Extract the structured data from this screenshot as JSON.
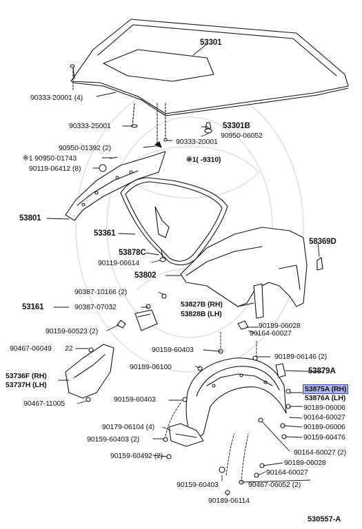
{
  "diagram": {
    "diagram_code": "530557-A",
    "applicability_note": "※1( -9310)",
    "labels": {
      "hood": "53301",
      "hood_screw_4": "90333-20001 (4)",
      "hood_cushion_screw": "90333-25001",
      "hood_cushion": "53301B",
      "hood_clip": "90950-06052",
      "hood_bolt_2": "90950-01392 (2)",
      "hood_screw_20001": "90333-20001",
      "clip_01743": "※1 90950-01743",
      "bolt_06412_8": "90119-06412 (8)",
      "fender_apron": "53801",
      "seal_53361": "53361",
      "seal_cover_53878c": "53878C",
      "screw_06614": "90119-06614",
      "front_fender": "53802",
      "mudguard": "58369D",
      "clip_10166_2": "90387-10166 (2)",
      "bracket_53161": "53161",
      "clip_07032": "90387-07032",
      "clip_60523_2": "90159-60523 (2)",
      "cover_rh_53827b": "53827B (RH)",
      "cover_lh_53828b": "53828B (LH)",
      "bolt_06028_a": "90189-06028",
      "nut_60027_a": "90164-60027",
      "screw_06049": "90467-06049",
      "screw_06049_count": "22",
      "clip_60403_a": "90159-60403",
      "bolt_06146_2": "90189-06146 (2)",
      "bolt_06100": "90189-06100",
      "seal_53879a": "53879A",
      "splash_rh": "53736F (RH)",
      "splash_lh": "53737H (LH)",
      "liner_rh": "53875A (RH)",
      "liner_lh": "53876A (LH)",
      "screw_11005": "90467-11005",
      "clip_60403_b": "90159-60403",
      "bolt_06006_a": "90189-06006",
      "nut_60027_b": "90164-60027",
      "bolt_06006_b": "90189-06006",
      "clip_06104_4": "90179-06104 (4)",
      "clip_60476": "90159-60476",
      "clip_60403_2": "90159-60403 (2)",
      "nut_60027_2": "90164-60027 (2)",
      "clip_60492_2": "90159-60492 (2)",
      "bolt_06028_b": "90189-06028",
      "nut_60027_c": "90164-60027",
      "clip_60403_c": "90159-60403",
      "screw_06052_2": "90467-06052 (2)",
      "bolt_06114": "90189-06114"
    }
  }
}
